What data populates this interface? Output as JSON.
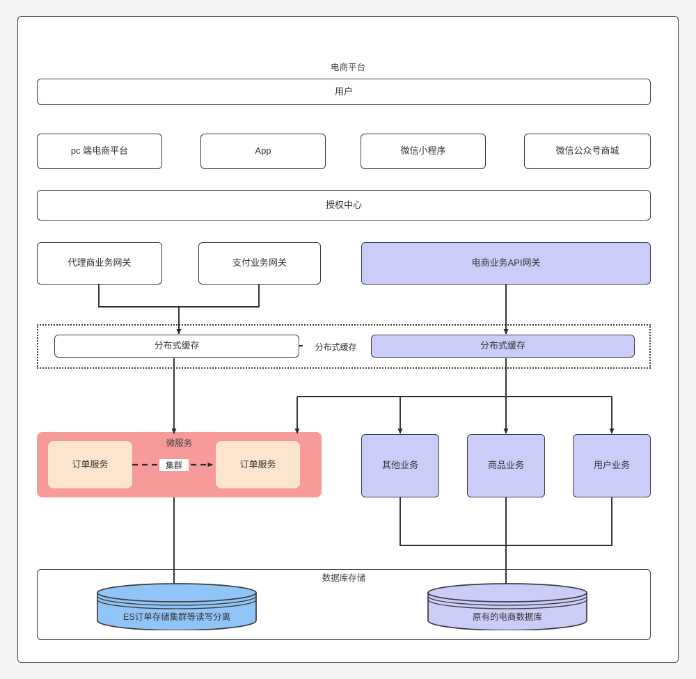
{
  "diagram": {
    "title": "电商平台",
    "groups": {
      "cache_layer": {
        "label": ""
      },
      "microservices": {
        "label": "微服务"
      },
      "database_storage": {
        "label": "数据库存储"
      }
    },
    "nodes": {
      "user": "用户",
      "pc_platform": "pc 端电商平台",
      "app": "App",
      "wechat_miniprogram": "微信小程序",
      "wechat_official_mall": "微信公众号商城",
      "auth_center": "授权中心",
      "agent_gateway": "代理商业务网关",
      "payment_gateway": "支付业务网关",
      "ecommerce_api_gateway": "电商业务API网关",
      "cache_left": "分布式缓存",
      "cache_right": "分布式缓存",
      "order_service_a": "订单服务",
      "order_service_b": "订单服务",
      "other_business": "其他业务",
      "product_business": "商品业务",
      "user_business": "用户业务",
      "es_order_db": "ES订单存储集群等读写分离",
      "legacy_ecommerce_db": "原有的电商数据库"
    },
    "edge_labels": {
      "cache_sync": "分布式缓存",
      "cluster": "集群"
    },
    "colors": {
      "page_background": "#f4f4f4",
      "node_white": "#ffffff",
      "node_purple": "#ccccf9",
      "node_peach": "#fce5cd",
      "group_pink": "#f69a9a",
      "db_blue": "#92c5f7",
      "db_purple": "#ccccf9",
      "stroke": "#3b3b3b",
      "text": "#333333"
    }
  }
}
